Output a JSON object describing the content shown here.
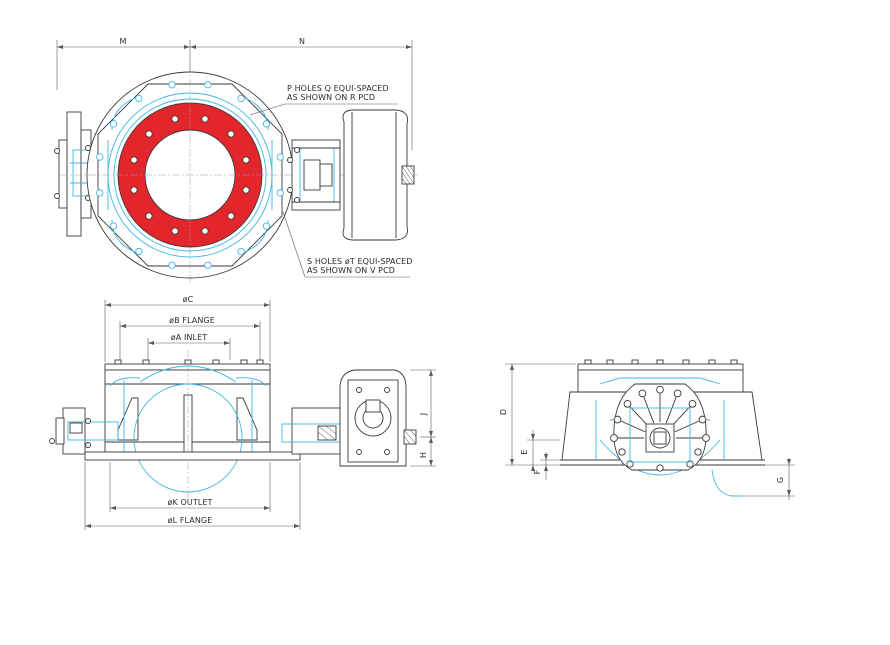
{
  "colors": {
    "outline": "#3a3a3a",
    "hidden_lines": "#3fb6e6",
    "rotor_face": "#e3262b",
    "text": "#2b2b2b"
  },
  "top_view": {
    "dim_m": "M",
    "dim_n": "N",
    "note_p_line1": "P HOLES Q EQUI-SPACED",
    "note_p_line2": "AS SHOWN ON R PCD",
    "note_s_line1": "S HOLES øT EQUI-SPACED",
    "note_s_line2": "AS SHOWN ON V PCD"
  },
  "front_view": {
    "dim_c": "øC",
    "dim_b": "øB FLANGE",
    "dim_a": "øA INLET",
    "dim_k": "øK OUTLET",
    "dim_l": "øL FLANGE",
    "dim_j": "J",
    "dim_h": "H"
  },
  "side_view": {
    "dim_d": "D",
    "dim_e": "E",
    "dim_f": "F",
    "dim_g": "G"
  }
}
